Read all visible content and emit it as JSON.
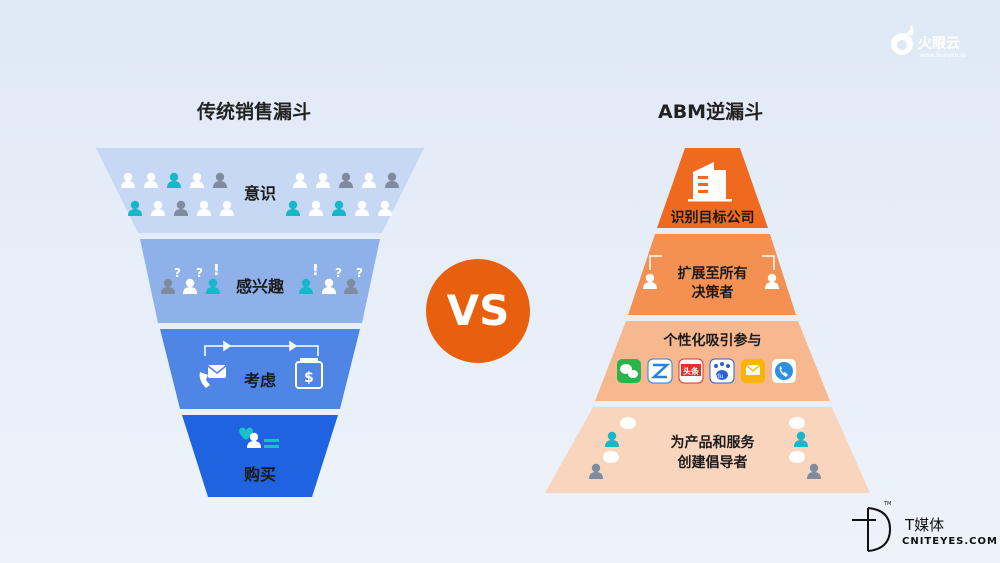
{
  "left_title": "传统销售漏斗",
  "right_title": "ABM逆漏斗",
  "vs_label": "VS",
  "funnel": [
    "意识",
    "感兴趣",
    "考虑",
    "购买"
  ],
  "pyramid": {
    "level1": "识别目标公司",
    "level2": [
      "扩展至所有",
      "决策者"
    ],
    "level3": "个性化吸引参与",
    "level3_app_labels": [
      "头条",
      "du"
    ],
    "level4": [
      "为产品和服务",
      "创建倡导者"
    ]
  },
  "brand_top": {
    "name": "火眼云",
    "sub": "www.huoyan.io"
  },
  "brand_bottom": {
    "name": "T媒体",
    "sub": "CNITEYES.COM",
    "tm": "TM"
  },
  "colors": {
    "funnel1": "#c6d8f3",
    "funnel2": "#8fb1ea",
    "funnel3": "#4f86e6",
    "funnel4": "#1f63e0",
    "pyr1": "#ef6a1f",
    "pyr2": "#f49052",
    "pyr3": "#f7b88f",
    "pyr4": "#fad5bd",
    "vs": "#e8600e"
  }
}
